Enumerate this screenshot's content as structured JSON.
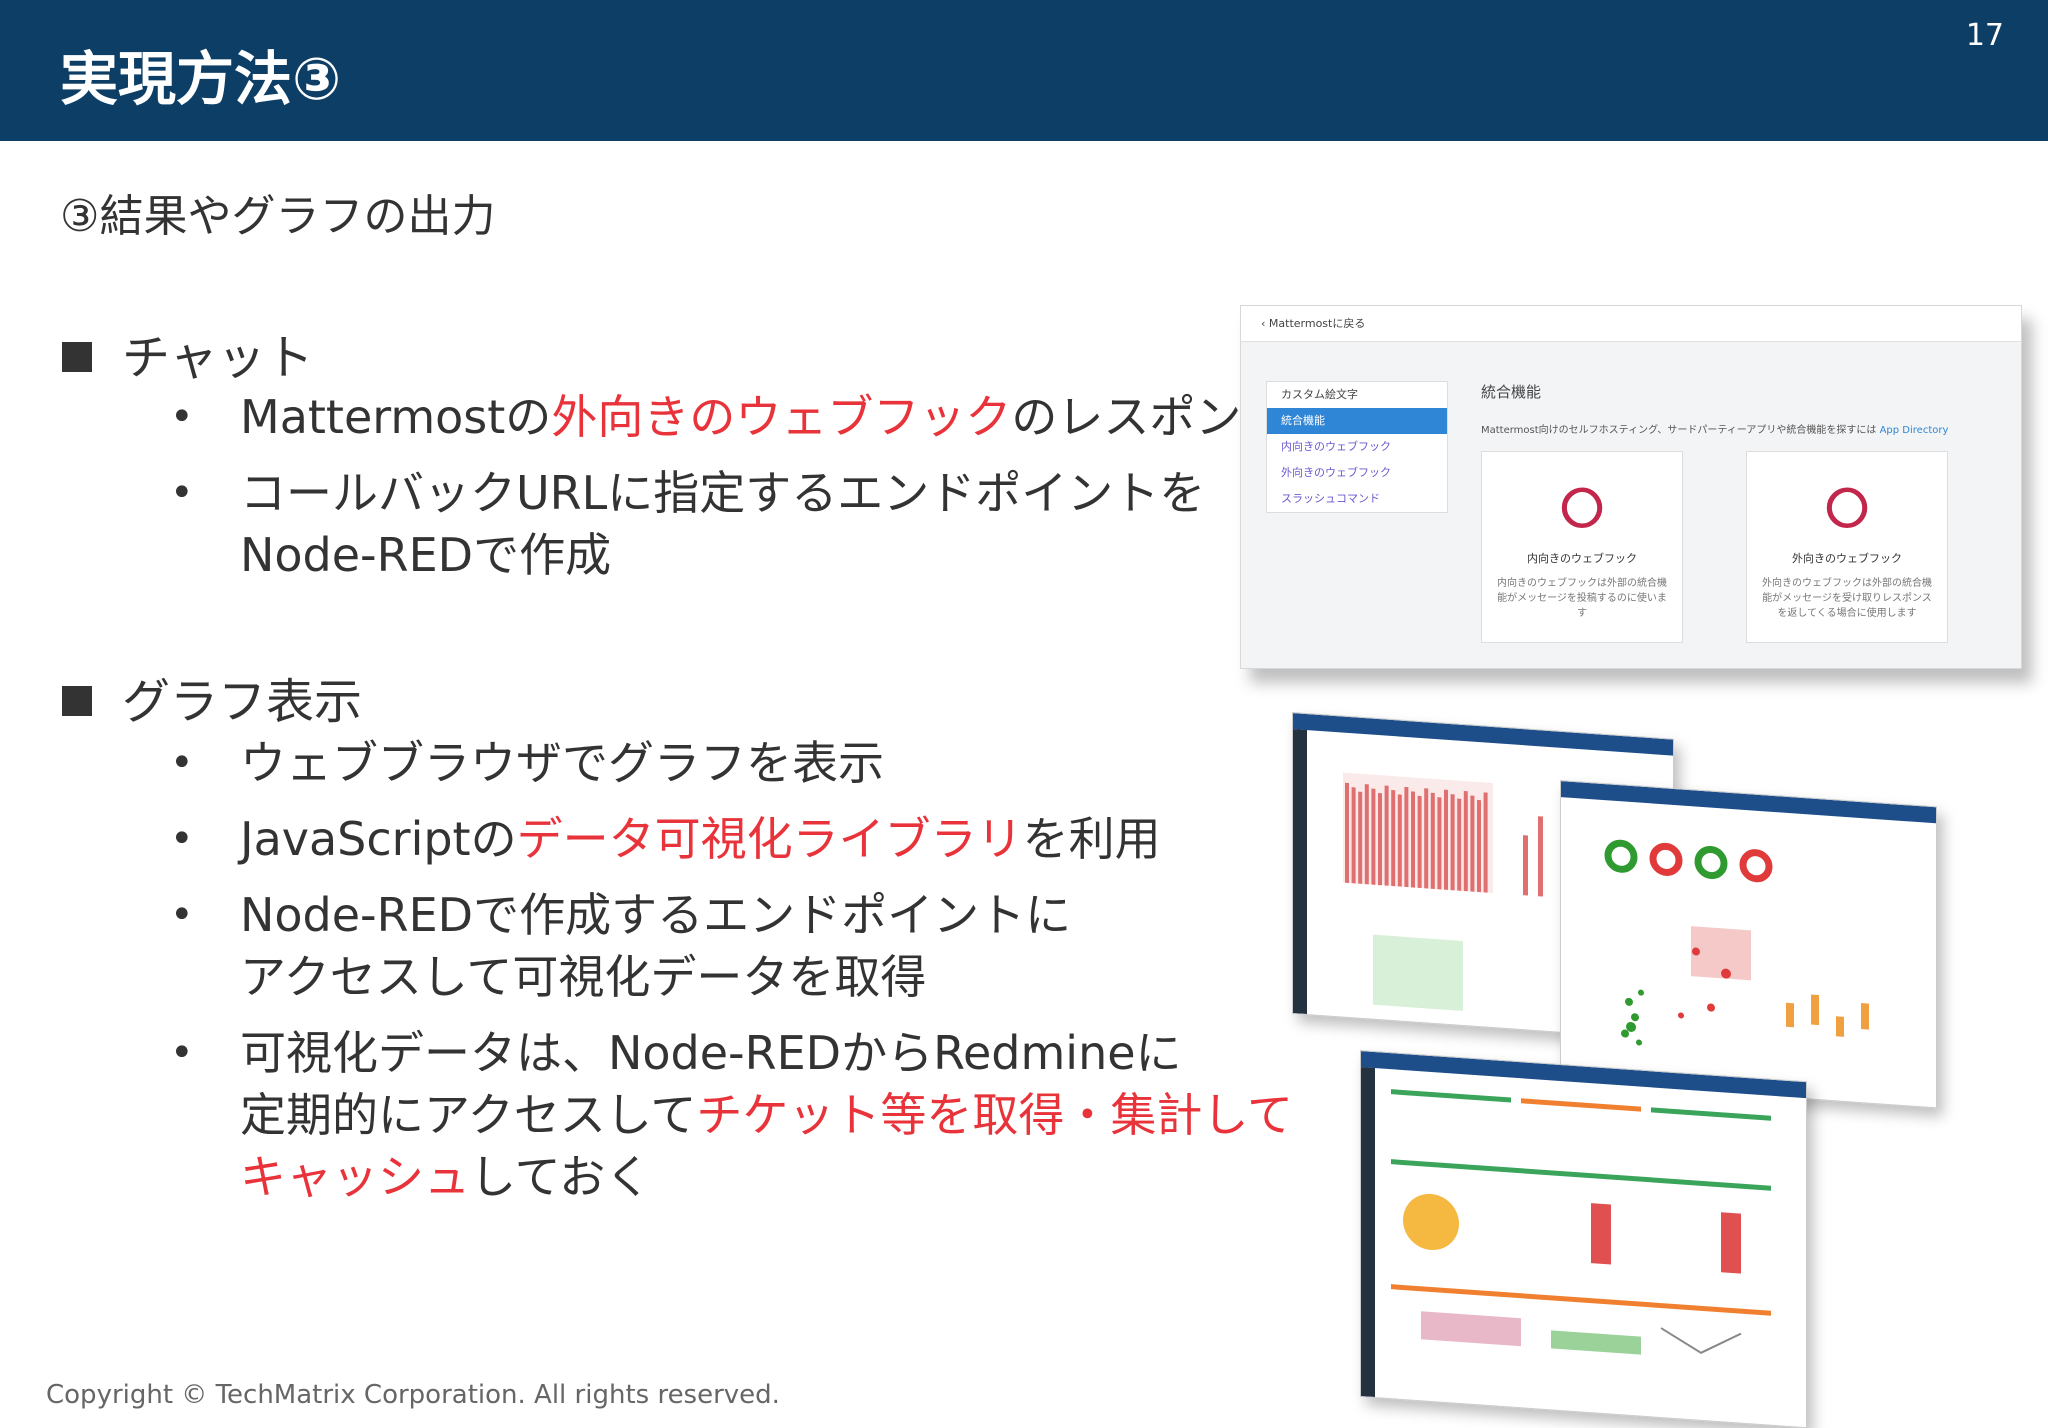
{
  "header": {
    "title": "実現方法③",
    "page_number": "17"
  },
  "subtitle": "③結果やグラフの出力",
  "sections": [
    {
      "heading": "チャット",
      "bullets": [
        {
          "lines": [
            [
              {
                "t": "Mattermostの",
                "red": false
              },
              {
                "t": "外向きのウェブフック",
                "red": true
              },
              {
                "t": "のレスポンス",
                "red": false
              }
            ]
          ]
        },
        {
          "lines": [
            [
              {
                "t": "コールバックURLに指定するエンドポイントを",
                "red": false
              }
            ],
            [
              {
                "t": "Node-REDで作成",
                "red": false
              }
            ]
          ]
        }
      ]
    },
    {
      "heading": "グラフ表示",
      "bullets": [
        {
          "lines": [
            [
              {
                "t": "ウェブブラウザでグラフを表示",
                "red": false
              }
            ]
          ]
        },
        {
          "lines": [
            [
              {
                "t": "JavaScriptの",
                "red": false
              },
              {
                "t": "データ可視化ライブラリ",
                "red": true
              },
              {
                "t": "を利用",
                "red": false
              }
            ]
          ]
        },
        {
          "lines": [
            [
              {
                "t": "Node-REDで作成するエンドポイントに",
                "red": false
              }
            ],
            [
              {
                "t": "アクセスして可視化データを取得",
                "red": false
              }
            ]
          ]
        },
        {
          "lines": [
            [
              {
                "t": "可視化データは、Node-REDからRedmineに",
                "red": false
              }
            ],
            [
              {
                "t": "定期的にアクセスして",
                "red": false
              },
              {
                "t": "チケット等を取得・集計して",
                "red": true
              }
            ],
            [
              {
                "t": "キャッシュ",
                "red": true
              },
              {
                "t": "しておく",
                "red": false
              }
            ]
          ]
        }
      ]
    }
  ],
  "mattermost_screenshot": {
    "back_link": "‹ Mattermostに戻る",
    "sidebar": [
      "カスタム絵文字",
      "統合機能",
      "内向きのウェブフック",
      "外向きのウェブフック",
      "スラッシュコマンド"
    ],
    "heading": "統合機能",
    "description": "Mattermost向けのセルフホスティング、サードパーティーアプリや統合機能を探すには",
    "description_link": "App Directory",
    "cards": [
      {
        "name": "内向きのウェブフック",
        "text": "内向きのウェブフックは外部の統合機能がメッセージを投稿するのに使います",
        "icon": "webhook-icon"
      },
      {
        "name": "外向きのウェブフック",
        "text": "外向きのウェブフックは外部の統合機能がメッセージを受け取りレスポンスを返してくる場合に使用します",
        "icon": "webhook-icon"
      }
    ]
  },
  "footer": "Copyright © TechMatrix Corporation. All rights reserved.",
  "colors": {
    "header_bg": "#0d3f66",
    "accent_red": "#e8333a",
    "text": "#333333"
  }
}
